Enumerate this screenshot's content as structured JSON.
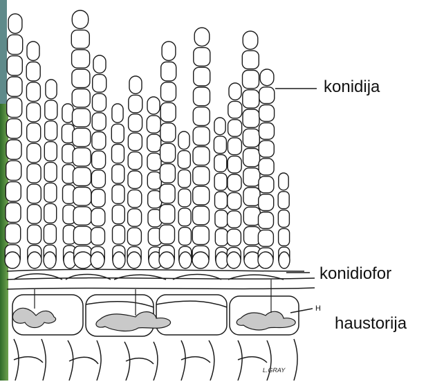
{
  "figure": {
    "labels": {
      "conidia": "konidija",
      "conidiophore": "konidiofor",
      "haustoria": "haustorija"
    },
    "signature": "L.GRAY",
    "marker_h": "H",
    "colors": {
      "ink": "#1a1a1a",
      "stipple": "#444444",
      "leaf_left": "#3f7a33",
      "side_bar": "#5f8a8a"
    }
  }
}
